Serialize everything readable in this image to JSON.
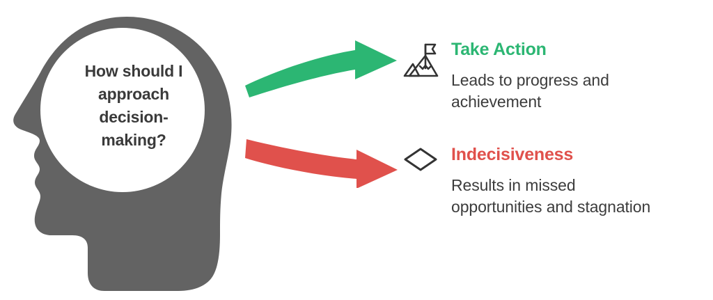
{
  "palette": {
    "head_gray": "#636363",
    "text_dark": "#3a3a3a",
    "body_gray": "#3c3c3c",
    "accent_green": "#2CB673",
    "accent_red": "#E0514C",
    "icon_stroke": "#333333",
    "background": "#ffffff"
  },
  "head": {
    "icon_name": "head-profile-silhouette",
    "question": "How should I\napproach\ndecision-\nmaking?"
  },
  "arrows": [
    {
      "name": "green-curved-arrow",
      "color": "#2CB673",
      "direction": "up-right",
      "target": "Take Action"
    },
    {
      "name": "red-curved-arrow",
      "color": "#E0514C",
      "direction": "down-right",
      "target": "Indecisiveness"
    }
  ],
  "branches": [
    {
      "id": "take-action",
      "icon": "mountain-with-flag-icon",
      "title": "Take Action",
      "title_color": "#2CB673",
      "description": "Leads to progress and\nachievement"
    },
    {
      "id": "indecisiveness",
      "icon": "diamond-outline-icon",
      "title": "Indecisiveness",
      "title_color": "#E0514C",
      "description": "Results in missed\nopportunities and stagnation"
    }
  ]
}
